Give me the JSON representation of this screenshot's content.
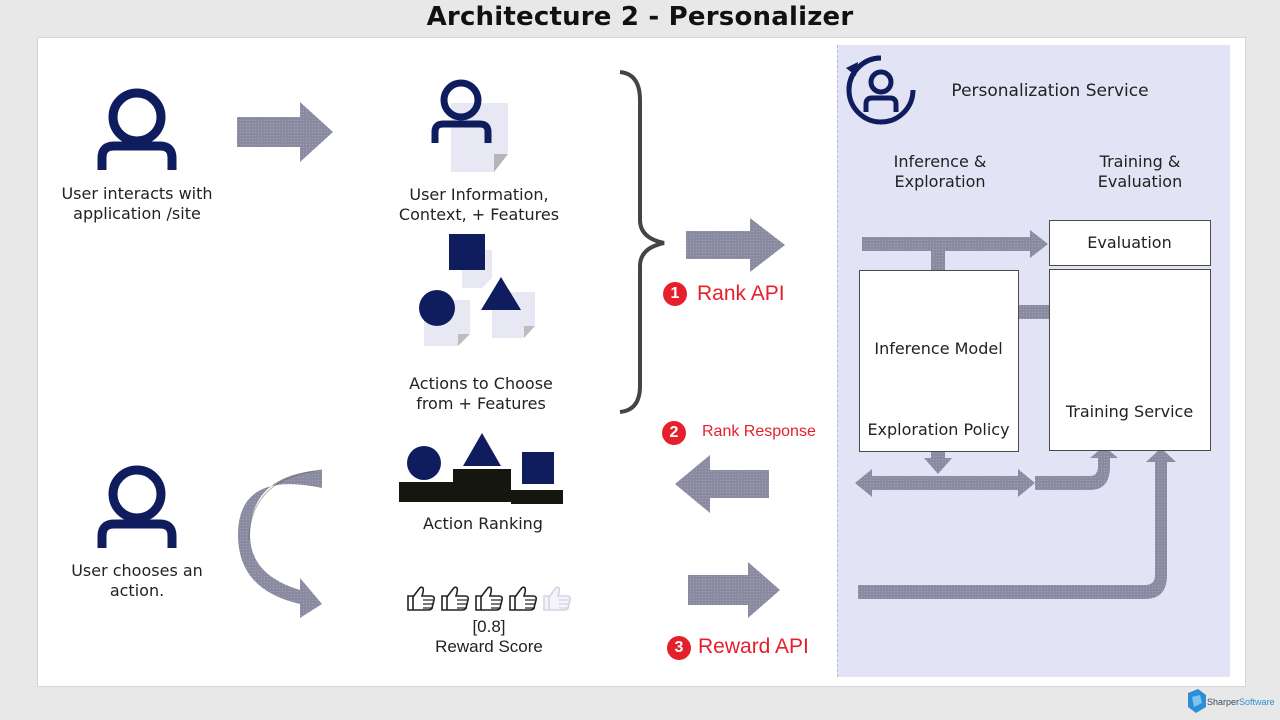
{
  "title": "Architecture 2 - Personalizer",
  "left": {
    "user_interacts": "User interacts with application /site",
    "user_chooses": "User chooses an action."
  },
  "middle": {
    "user_info": "User Information, Context,  + Features",
    "actions_to_choose": "Actions to Choose from + Features",
    "action_ranking": "Action Ranking",
    "reward_value": "[0.8]",
    "reward_score": "Reward Score",
    "thumbs_up_filled": 4,
    "thumbs_up_total": 5
  },
  "apis": {
    "rank_api": {
      "number": "1",
      "label": "Rank API"
    },
    "rank_response": {
      "number": "2",
      "label": "Rank Response"
    },
    "reward_api": {
      "number": "3",
      "label": "Reward API"
    }
  },
  "service": {
    "title": "Personalization Service",
    "inference_exploration": "Inference & Exploration",
    "training_evaluation": "Training & Evaluation",
    "evaluation": "Evaluation",
    "inference_model": "Inference Model",
    "exploration_policy": "Exploration Policy",
    "training_service": "Training Service"
  },
  "brand": {
    "prefix": "Sharper",
    "suffix": "Software"
  },
  "colors": {
    "navy": "#0f1d5e",
    "arrow_gray": "#8c8ca2",
    "red": "#e5202c",
    "panel": "#e3e3f6"
  }
}
